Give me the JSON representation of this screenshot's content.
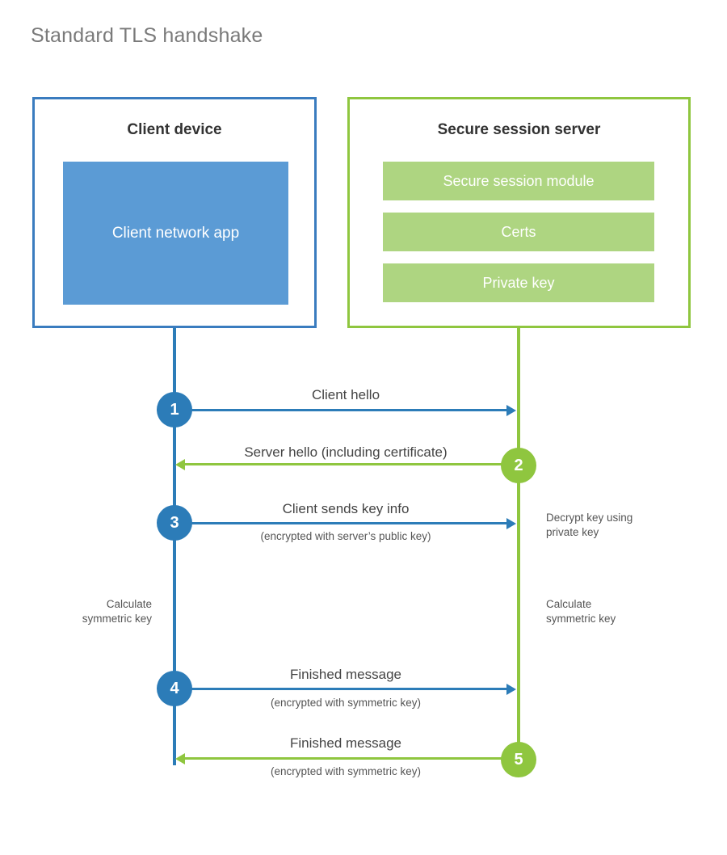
{
  "title": "Standard TLS handshake",
  "colors": {
    "client_border": "#3a7cbf",
    "client_fill": "#5b9bd5",
    "server_border": "#8fc63f",
    "server_fill": "#aed581",
    "client_line": "#2c7cb8",
    "server_line": "#8fc63f",
    "title_text": "#7a7a7a",
    "heading_text": "#333333",
    "label_text": "#444444"
  },
  "client_panel": {
    "heading": "Client device",
    "app_box_label": "Client network app"
  },
  "server_panel": {
    "heading": "Secure session server",
    "bars": [
      {
        "label": "Secure session module"
      },
      {
        "label": "Certs"
      },
      {
        "label": "Private key"
      }
    ]
  },
  "steps": [
    {
      "number": "1",
      "side": "client",
      "label": "Client hello",
      "sublabel": ""
    },
    {
      "number": "2",
      "side": "server",
      "label": "Server hello (including certificate)",
      "sublabel": ""
    },
    {
      "number": "3",
      "side": "client",
      "label": "Client sends key info",
      "sublabel": "(encrypted with server’s public key)"
    },
    {
      "number": "4",
      "side": "client",
      "label": "Finished message",
      "sublabel": "(encrypted with symmetric key)"
    },
    {
      "number": "5",
      "side": "server",
      "label": "Finished message",
      "sublabel": "(encrypted with symmetric key)"
    }
  ],
  "notes": {
    "decrypt_key": "Decrypt key using\nprivate key",
    "decrypt_key_line1": "Decrypt key using",
    "decrypt_key_line2": "private key",
    "calculate_left_line1": "Calculate",
    "calculate_left_line2": "symmetric key",
    "calculate_right_line1": "Calculate",
    "calculate_right_line2": "symmetric key"
  }
}
